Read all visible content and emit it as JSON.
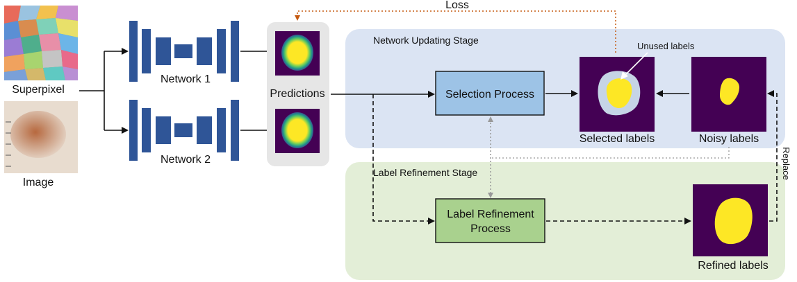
{
  "inputs": {
    "superpixel_label": "Superpixel",
    "image_label": "Image"
  },
  "networks": {
    "net1_label": "Network 1",
    "net2_label": "Network 2"
  },
  "predictions_label": "Predictions",
  "loss_label": "Loss",
  "stages": {
    "updating_title": "Network Updating Stage",
    "refinement_title": "Label Refinement Stage"
  },
  "processes": {
    "selection": "Selection Process",
    "refinement_line1": "Label Refinement",
    "refinement_line2": "Process"
  },
  "labels": {
    "unused": "Unused labels",
    "selected": "Selected labels",
    "noisy": "Noisy labels",
    "refined": "Refined labels",
    "replace": "Replace"
  },
  "colors": {
    "updating_bg": "#dbe4f3",
    "refinement_bg": "#e3eed7",
    "network_block": "#2f5597",
    "selection_box": "#9dc3e6",
    "refinement_box": "#a9d18e",
    "loss_arrow": "#c55a11",
    "mask_bg": "#440154",
    "mask_fg": "#fde725"
  }
}
